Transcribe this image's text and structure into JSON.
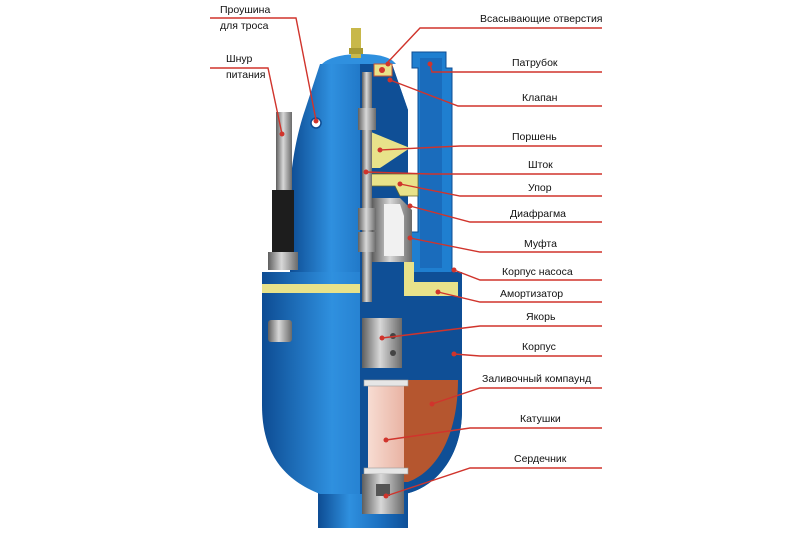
{
  "labels_left": {
    "cable_eye_line1": "Проушина",
    "cable_eye_line2": "для троса",
    "power_cord_line1": "Шнур",
    "power_cord_line2": "питания"
  },
  "labels_right": [
    {
      "id": "intake-holes",
      "text": "Всасывающие отверстия"
    },
    {
      "id": "outlet-pipe",
      "text": "Патрубок"
    },
    {
      "id": "valve",
      "text": "Клапан"
    },
    {
      "id": "piston",
      "text": "Поршень"
    },
    {
      "id": "rod",
      "text": "Шток"
    },
    {
      "id": "stop",
      "text": "Упор"
    },
    {
      "id": "diaphragm",
      "text": "Диафрагма"
    },
    {
      "id": "coupling",
      "text": "Муфта"
    },
    {
      "id": "pump-housing",
      "text": "Корпус насоса"
    },
    {
      "id": "shock-absorber",
      "text": "Амортизатор"
    },
    {
      "id": "armature",
      "text": "Якорь"
    },
    {
      "id": "body",
      "text": "Корпус"
    },
    {
      "id": "potting-compound",
      "text": "Заливочный компаунд"
    },
    {
      "id": "coils",
      "text": "Катушки"
    },
    {
      "id": "core",
      "text": "Сердечник"
    }
  ],
  "colors": {
    "housing_blue": "#1f7fd0",
    "housing_dark": "#0f4f96",
    "accent_yellow": "#e8e28a",
    "leader_red": "#d0342c",
    "coil_pink": "#f3c9bc",
    "compound_brown": "#b5562f",
    "metal_grey": "#8e8e8e"
  }
}
